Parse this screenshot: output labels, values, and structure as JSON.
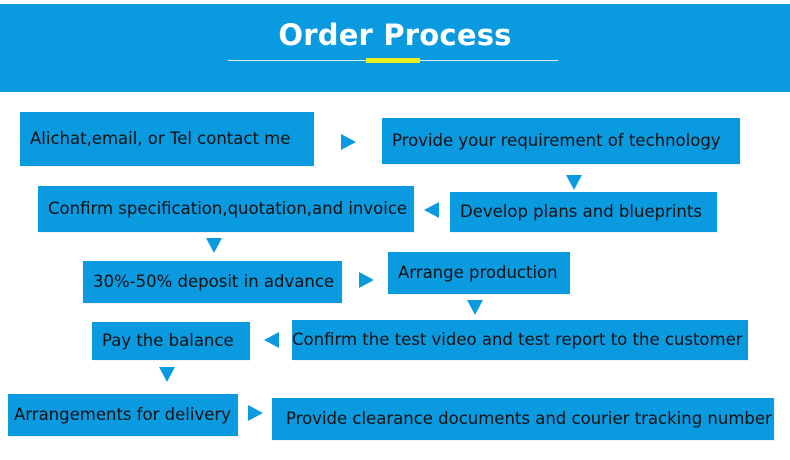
{
  "header": {
    "title": "Order Process"
  },
  "steps": {
    "s1": "Alichat,email, or Tel contact me",
    "s2": "Provide your requirement of technology",
    "s3": "Develop plans and blueprints",
    "s4": "Confirm specification,quotation,and invoice",
    "s5": "30%-50% deposit in advance",
    "s6": "Arrange production",
    "s7": "Confirm the test video and test report to the customer",
    "s8": "Pay the balance",
    "s9": "Arrangements for delivery",
    "s10": "Provide clearance documents and courier tracking number"
  },
  "colors": {
    "primary": "#0a9ae0",
    "accent": "#e9ee1e",
    "text": "#111111"
  }
}
